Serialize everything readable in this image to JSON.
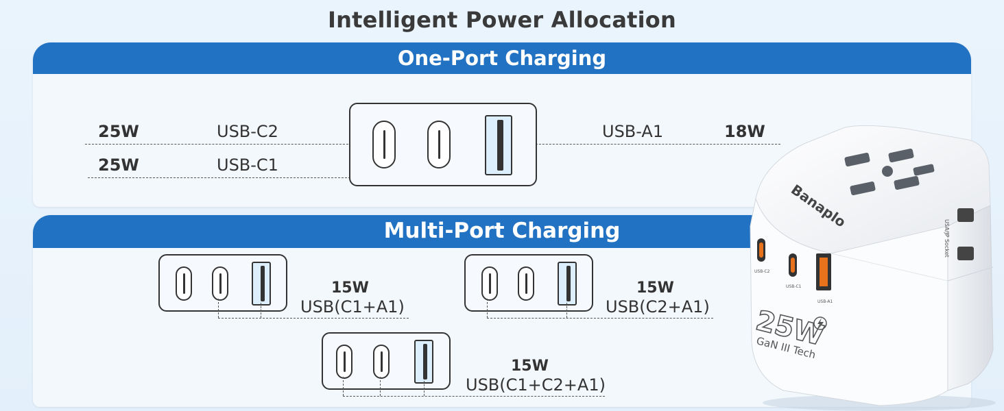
{
  "title": "Intelligent Power Allocation",
  "one_port": {
    "header": "One-Port Charging",
    "rows": [
      {
        "watt": "25W",
        "port": "USB-C2"
      },
      {
        "watt": "25W",
        "port": "USB-C1"
      },
      {
        "watt": "18W",
        "port": "USB-A1"
      }
    ]
  },
  "multi_port": {
    "header": "Multi-Port Charging",
    "combos": [
      {
        "watt": "15W",
        "ports": "USB(C1+A1)"
      },
      {
        "watt": "15W",
        "ports": "USB(C2+A1)"
      },
      {
        "watt": "15W",
        "ports": "USB(C1+C2+A1)"
      }
    ]
  },
  "product": {
    "brand": "Banaplo",
    "power": "25W",
    "tech": "GaN III Tech",
    "port_labels": [
      "USB-C2",
      "USB-C1",
      "USB-A1"
    ],
    "side_label": "USA/JP Socket"
  },
  "colors": {
    "header_blue": "#2272c3",
    "panel_bg": "#f3f8fd",
    "usb_a_accent": "#e8721c"
  },
  "icons": [
    "usb-c-port-icon",
    "usb-a-port-icon",
    "lightning-icon"
  ]
}
